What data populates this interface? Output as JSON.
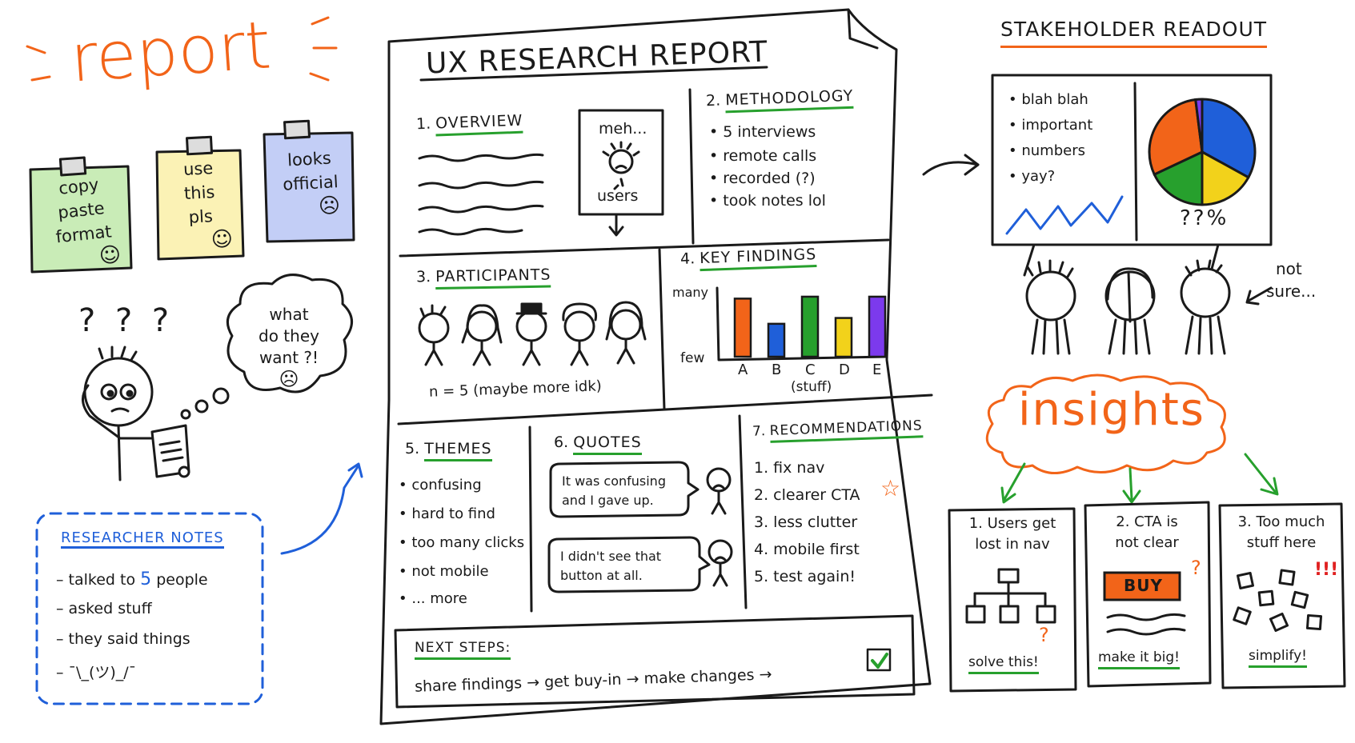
{
  "title_word": "report",
  "sticky_notes": [
    {
      "text": "copy paste format",
      "lines": [
        "copy",
        "paste",
        "format"
      ],
      "face": "☺"
    },
    {
      "text": "use this pls",
      "lines": [
        "use",
        "this",
        "pls"
      ],
      "face": "☺"
    },
    {
      "text": "looks official",
      "lines": [
        "looks",
        "official"
      ],
      "face": "☹"
    }
  ],
  "confused_marks": "? ? ?",
  "thought_bubble": {
    "lines": [
      "what",
      "do they",
      "want ?!"
    ],
    "face": "☹"
  },
  "researcher_notes": {
    "heading": "RESEARCHER NOTES",
    "items": [
      {
        "prefix": "talked to",
        "highlight": "5",
        "suffix": "people"
      },
      {
        "text": "asked stuff"
      },
      {
        "text": "they said things"
      },
      {
        "text": "¯\\_(ツ)_/¯"
      }
    ]
  },
  "report": {
    "title": "UX RESEARCH REPORT",
    "overview": {
      "number": "1.",
      "heading": "OVERVIEW",
      "card_top": "meh...",
      "card_bottom": "users"
    },
    "methodology": {
      "number": "2.",
      "heading": "METHODOLOGY",
      "items": [
        "5 interviews",
        "remote calls",
        "recorded (?)",
        "took notes lol"
      ]
    },
    "participants": {
      "number": "3.",
      "heading": "PARTICIPANTS",
      "caption": "n = 5  (maybe more idk)"
    },
    "key_findings": {
      "number": "4.",
      "heading": "KEY FINDINGS",
      "y_top": "many",
      "y_bottom": "few",
      "x_caption": "(stuff)"
    },
    "themes": {
      "number": "5.",
      "heading": "THEMES",
      "items": [
        "confusing",
        "hard to find",
        "too many clicks",
        "not mobile",
        "... more"
      ]
    },
    "quotes": {
      "number": "6.",
      "heading": "QUOTES",
      "items": [
        {
          "lines": [
            "It was confusing",
            "and I gave up."
          ]
        },
        {
          "lines": [
            "I didn't see that",
            "button at all."
          ]
        }
      ]
    },
    "recommendations": {
      "number": "7.",
      "heading": "RECOMMENDATIONS",
      "items": [
        "1. fix nav",
        "2. clearer CTA",
        "3. less clutter",
        "4. mobile first",
        "5. test again!"
      ],
      "star": "☆"
    },
    "next_steps": {
      "heading": "NEXT STEPS:",
      "steps": [
        "share findings",
        "get buy-in",
        "make changes"
      ],
      "arrow": "→"
    }
  },
  "chart_data": {
    "type": "bar",
    "categories": [
      "A",
      "B",
      "C",
      "D",
      "E"
    ],
    "values": [
      3.0,
      1.7,
      3.1,
      2.0,
      3.1
    ],
    "ylim": [
      0,
      3.8
    ],
    "ylabel_top": "many",
    "ylabel_bottom": "few",
    "xlabel": "(stuff)",
    "colors": [
      "#f26419",
      "#1f5fd9",
      "#27a02d",
      "#f2d21b",
      "#7c3aed"
    ]
  },
  "stakeholder": {
    "heading": "STAKEHOLDER READOUT",
    "bullets": [
      "blah blah",
      "important",
      "numbers",
      "yay?"
    ],
    "pie_caption": "??%",
    "aside": [
      "not",
      "sure..."
    ],
    "pie_colors": [
      "#1f5fd9",
      "#f2d21b",
      "#27a02d",
      "#f26419",
      "#7c3aed"
    ]
  },
  "insights": {
    "cloud_label": "insights",
    "cards": [
      {
        "title": [
          "1. Users get",
          "lost in nav"
        ],
        "footer": "solve this!",
        "mark": "?"
      },
      {
        "title": [
          "2. CTA is",
          "not clear"
        ],
        "button": "BUY",
        "footer": "make it big!",
        "mark": "?"
      },
      {
        "title": [
          "3. Too much",
          "stuff here"
        ],
        "footer": "simplify!",
        "mark": "!!!"
      }
    ]
  },
  "colors": {
    "orange": "#f26419",
    "blue": "#1f5fd9",
    "green": "#27a02d",
    "ink": "#1a1a1a"
  }
}
